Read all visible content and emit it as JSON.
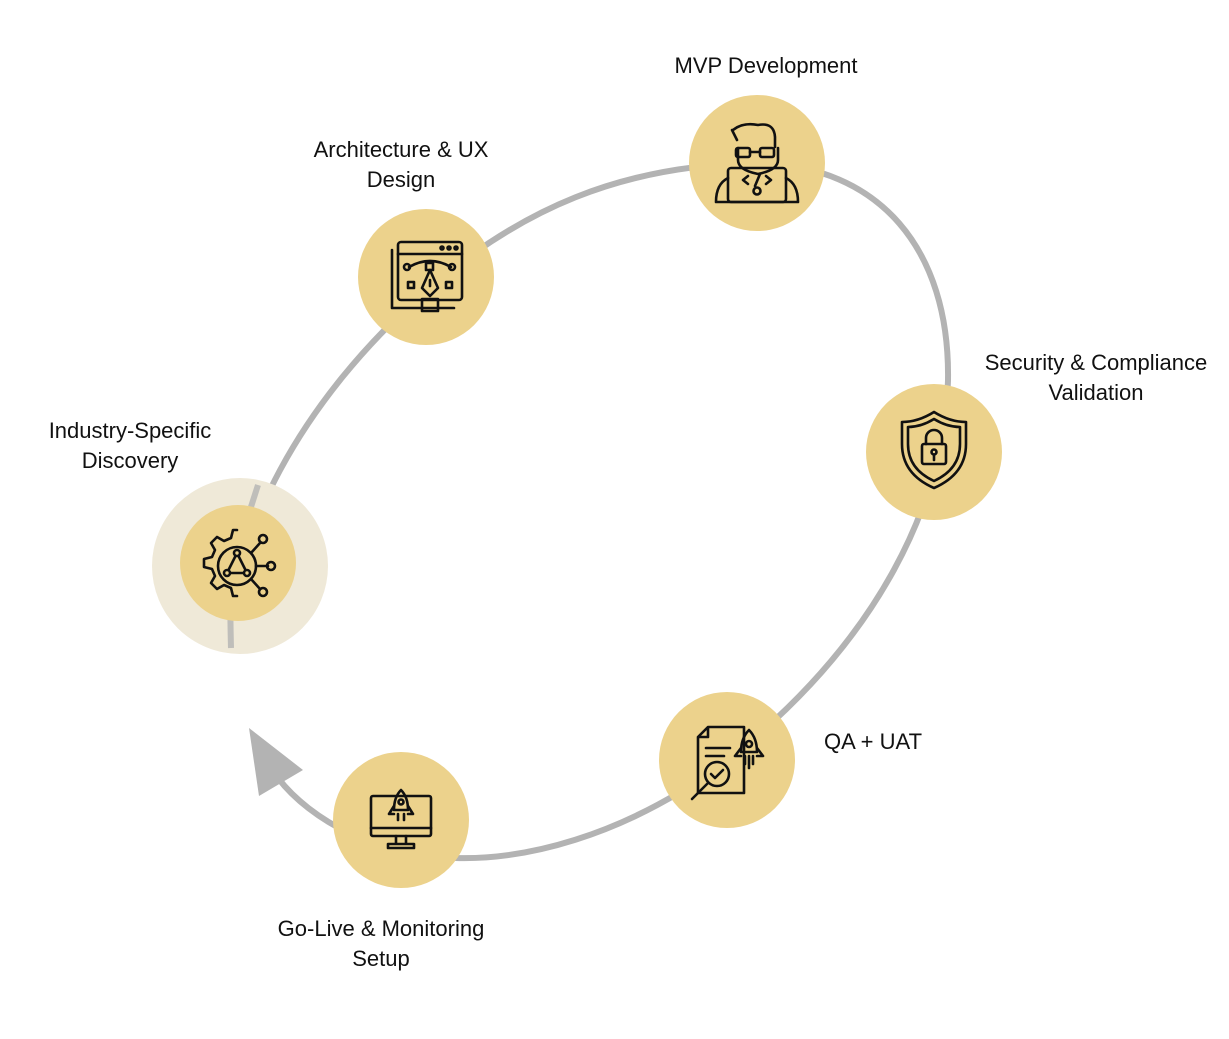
{
  "title": "Process cycle",
  "colors": {
    "circle": "#ECD28C",
    "halo": "#EFE9D8",
    "track": "#B3B3B3",
    "text": "#111111"
  },
  "steps": [
    {
      "label_line1": "Industry-Specific",
      "label_line2": "Discovery",
      "icon": "gear-network-icon",
      "active": true
    },
    {
      "label_line1": "Architecture & UX",
      "label_line2": "Design",
      "icon": "design-pen-tool-icon"
    },
    {
      "label_line1": "MVP Development",
      "label_line2": "",
      "icon": "developer-laptop-icon"
    },
    {
      "label_line1": "Security & Compliance",
      "label_line2": "Validation",
      "icon": "shield-lock-icon"
    },
    {
      "label_line1": "QA + UAT",
      "label_line2": "",
      "icon": "document-magnifier-rocket-icon"
    },
    {
      "label_line1": "Go-Live & Monitoring",
      "label_line2": "Setup",
      "icon": "monitor-rocket-icon"
    }
  ]
}
